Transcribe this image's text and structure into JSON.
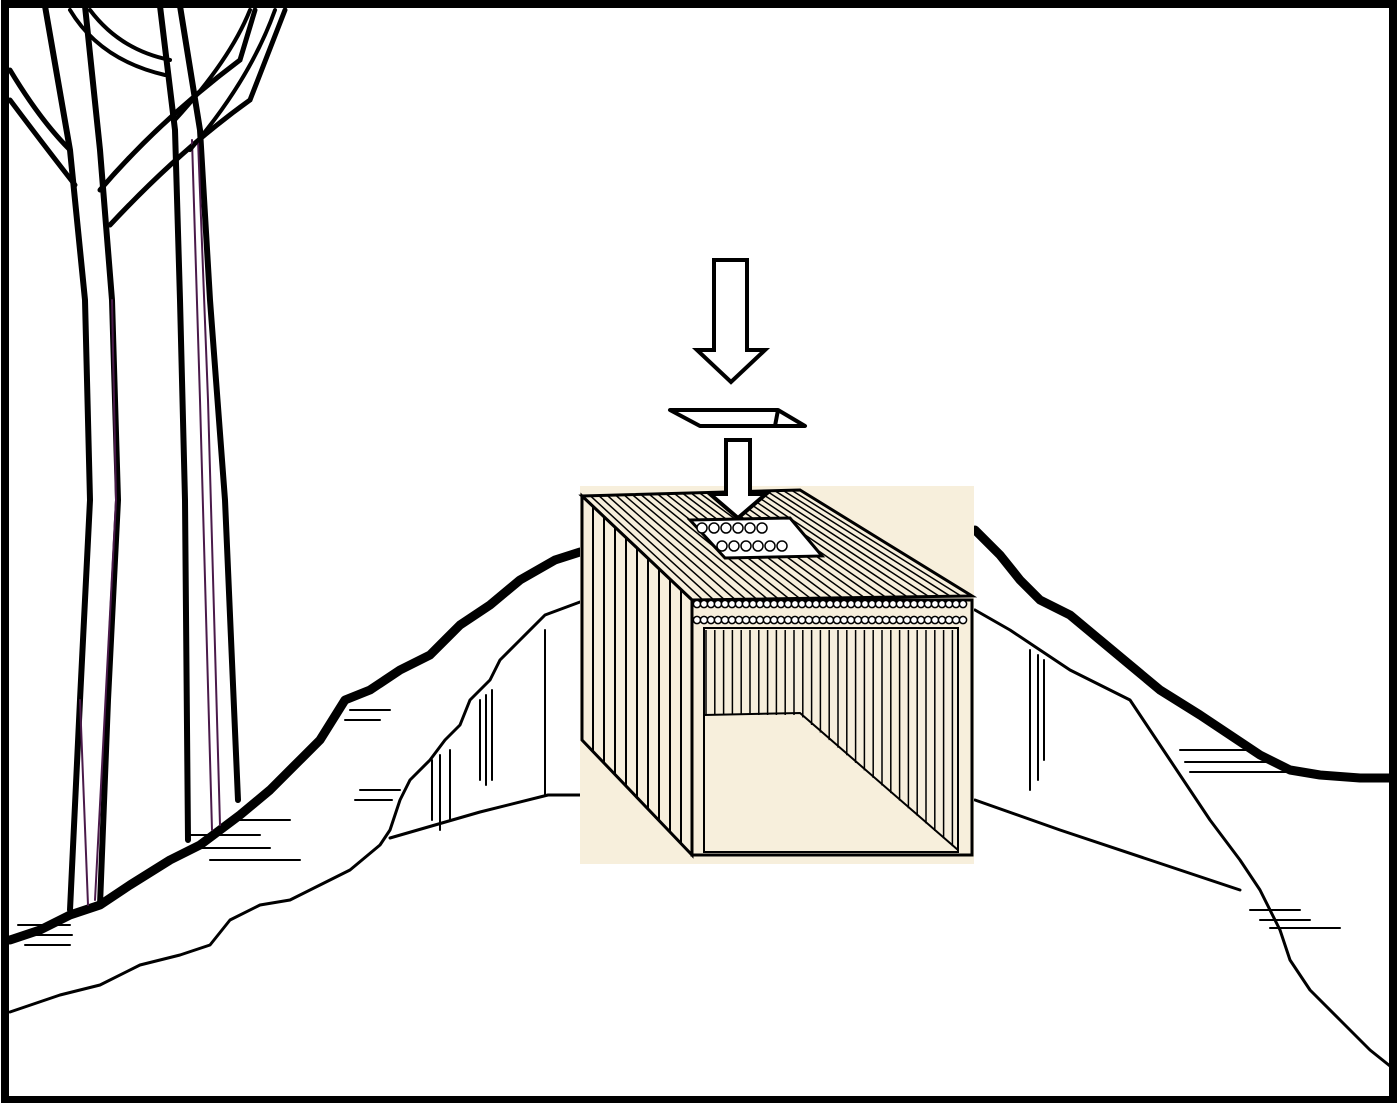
{
  "scene": {
    "description_visible_text": "",
    "colors": {
      "background": "#ffffff",
      "ink": "#000000",
      "tree_accent": "#4a1a4a",
      "shelter_fill": "#f7efdc"
    },
    "elements": [
      "left-tree-trunk",
      "right-tree-trunk",
      "left-hill",
      "right-hill",
      "log-shelter",
      "roof-hatch-opening",
      "hatch-cover-plank",
      "down-arrow-top",
      "down-arrow-bottom"
    ]
  }
}
